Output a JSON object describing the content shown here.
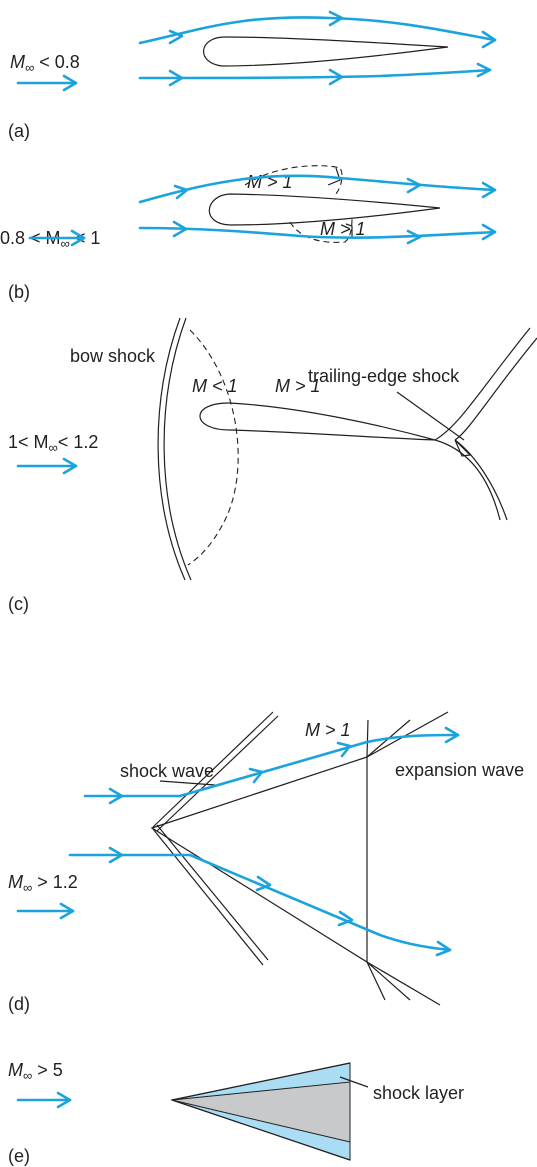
{
  "panels": {
    "a": {
      "label": "(a)",
      "mach_prefix": "M",
      "mach_sub": "∞",
      "mach_suffix": " < 0.8"
    },
    "b": {
      "label": "(b)",
      "mach_prefix": "0.8 < M",
      "mach_sub": "∞",
      "mach_suffix": " < 1",
      "region_upper": "M > 1",
      "region_lower": "M > 1"
    },
    "c": {
      "label": "(c)",
      "mach_prefix": "1< M",
      "mach_sub": "∞",
      "mach_suffix": "< 1.2",
      "bow_shock": "bow shock",
      "trailing_shock": "trailing-edge shock",
      "sub_region": "M < 1",
      "sup_region": "M > 1"
    },
    "d": {
      "label": "(d)",
      "mach_prefix": "M",
      "mach_sub": "∞",
      "mach_suffix": " > 1.2",
      "shock_wave": "shock wave",
      "expansion_wave": "expansion wave",
      "sup_region": "M > 1"
    },
    "e": {
      "label": "(e)",
      "mach_prefix": "M",
      "mach_sub": "∞",
      "mach_suffix": " > 5",
      "shock_layer": "shock layer"
    }
  },
  "colors": {
    "flow": "#1aa3dc",
    "shock_layer": "#aadcf3",
    "body": "#c8c9ca",
    "ink": "#231f20"
  }
}
